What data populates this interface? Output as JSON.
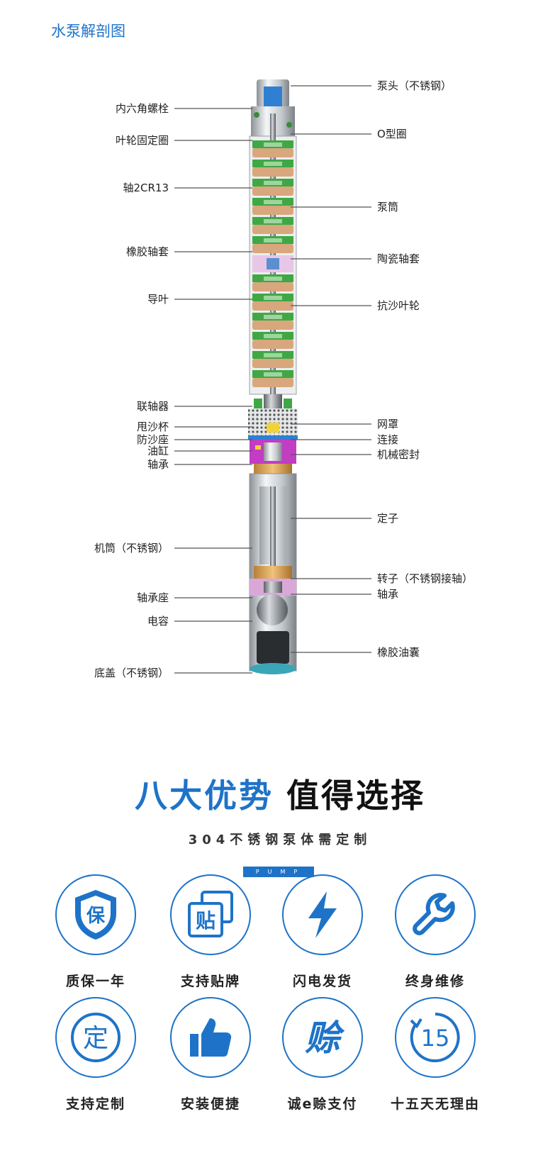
{
  "section_title": "水泵解剖图",
  "diagram": {
    "left_labels": [
      "内六角螺栓",
      "叶轮固定圈",
      "轴2CR13",
      "橡胶轴套",
      "导叶",
      "联轴器",
      "甩沙杯",
      "防沙座",
      "油缸",
      "轴承",
      "机筒（不锈钢）",
      "轴承座",
      "电容",
      "底盖（不锈钢）"
    ],
    "right_labels": [
      "泵头（不锈钢）",
      "O型圈",
      "泵筒",
      "陶瓷轴套",
      "抗沙叶轮",
      "网罩",
      "连接",
      "机械密封",
      "定子",
      "转子（不锈钢接轴）",
      "轴承",
      "橡胶油囊"
    ]
  },
  "headline": {
    "part1": "八大优势",
    "part2": "值得选择"
  },
  "subheadline": "304不锈钢泵体需定制",
  "tag": "PUMP",
  "advantages": [
    {
      "label": "质保一年",
      "icon": "shield-icon",
      "glyph": "保"
    },
    {
      "label": "支持贴牌",
      "icon": "label-icon",
      "glyph": "贴"
    },
    {
      "label": "闪电发货",
      "icon": "lightning-icon",
      "glyph": ""
    },
    {
      "label": "终身维修",
      "icon": "wrench-icon",
      "glyph": ""
    },
    {
      "label": "支持定制",
      "icon": "custom-icon",
      "glyph": "定"
    },
    {
      "label": "安装便捷",
      "icon": "thumbs-up-icon",
      "glyph": ""
    },
    {
      "label": "诚e赊支付",
      "icon": "credit-icon",
      "glyph": "赊"
    },
    {
      "label": "十五天无理由",
      "icon": "fifteen-days-icon",
      "glyph": "15"
    }
  ],
  "colors": {
    "accent": "#1e73c8",
    "impeller": "#d8a77d",
    "diffuser": "#3fa845",
    "seal": "#c23cc4"
  }
}
